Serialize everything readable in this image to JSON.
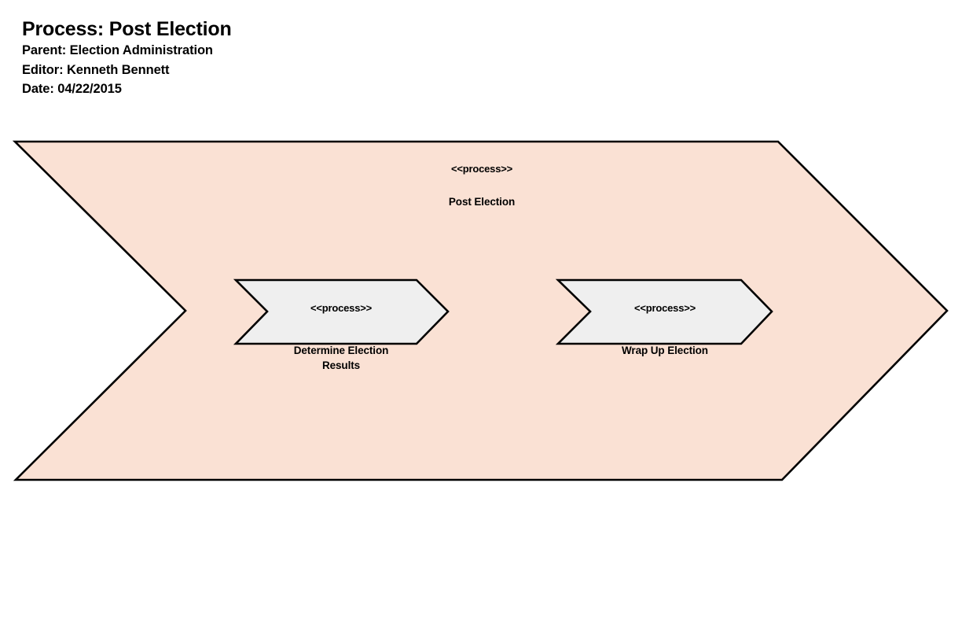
{
  "header": {
    "title": "Process: Post Election",
    "parent_line": "Parent: Election Administration",
    "editor_line": "Editor: Kenneth Bennett",
    "date_line": "Date: 04/22/2015"
  },
  "colors": {
    "outer_process_fill": "#fae1d4",
    "sub_process_fill": "#efefef",
    "stroke": "#000000",
    "page_background": "#ffffff",
    "text": "#000000"
  },
  "diagram": {
    "type": "process-chevron-diagram",
    "outer_process": {
      "stereotype": "<<process>>",
      "name": "Post Election",
      "shape": "chevron-arrow"
    },
    "sub_processes": [
      {
        "stereotype": "<<process>>",
        "name": "Determine Election\nResults",
        "shape": "chevron-arrow"
      },
      {
        "stereotype": "<<process>>",
        "name": "Wrap Up Election",
        "shape": "chevron-arrow"
      }
    ]
  }
}
